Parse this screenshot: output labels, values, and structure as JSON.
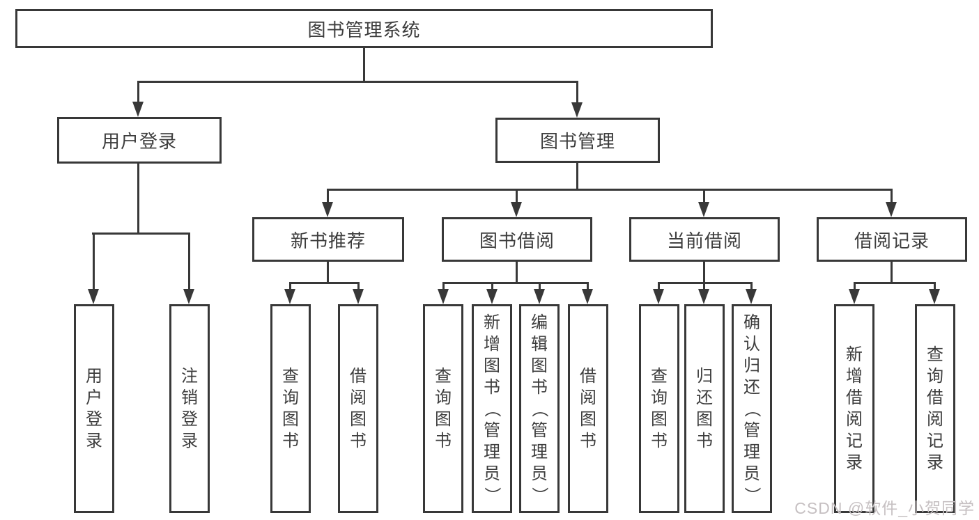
{
  "diagram": {
    "root": {
      "label": "图书管理系统"
    },
    "branches": [
      {
        "label": "用户登录",
        "children": [
          {
            "label": "用户登录"
          },
          {
            "label": "注销登录"
          }
        ]
      },
      {
        "label": "图书管理",
        "children": [
          {
            "label": "新书推荐",
            "children": [
              {
                "label": "查询图书"
              },
              {
                "label": "借阅图书"
              }
            ]
          },
          {
            "label": "图书借阅",
            "children": [
              {
                "label": "查询图书"
              },
              {
                "label": "新增图书（管理员）"
              },
              {
                "label": "编辑图书（管理员）"
              },
              {
                "label": "借阅图书"
              }
            ]
          },
          {
            "label": "当前借阅",
            "children": [
              {
                "label": "查询图书"
              },
              {
                "label": "归还图书"
              },
              {
                "label": "确认归还（管理员）"
              }
            ]
          },
          {
            "label": "借阅记录",
            "children": [
              {
                "label": "新增借阅记录"
              },
              {
                "label": "查询借阅记录"
              }
            ]
          }
        ]
      }
    ]
  },
  "watermark": {
    "text": "CSDN @软件_小贺同学"
  },
  "colors": {
    "line": "#383838",
    "text": "#3d3d3d",
    "background": "#ffffff",
    "watermark": "#c6c0c2"
  }
}
